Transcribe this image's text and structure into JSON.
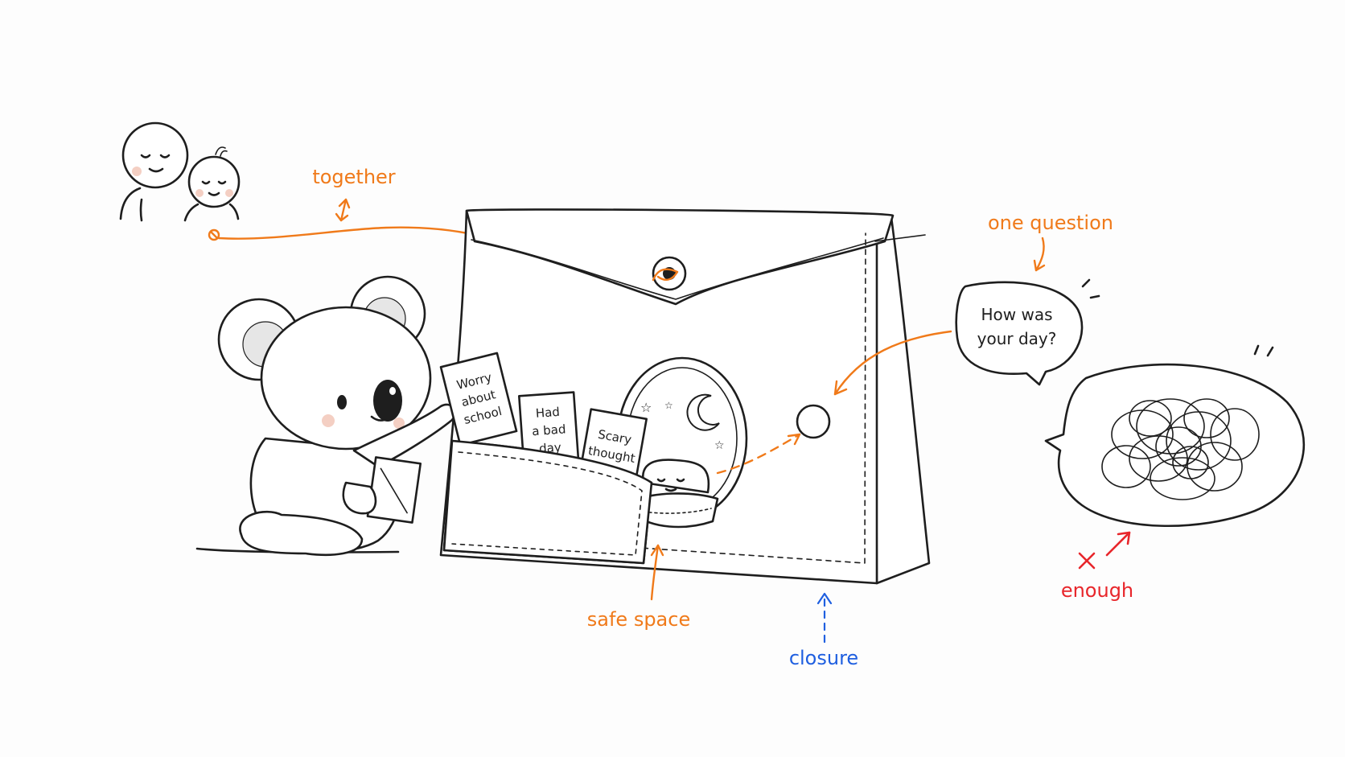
{
  "labels": {
    "together": "together",
    "one_question": "one question",
    "safe_space": "safe space",
    "closure": "closure",
    "enough": "enough"
  },
  "cards": {
    "card1": [
      "Worry",
      "about",
      "school"
    ],
    "card2": [
      "Had",
      "a bad",
      "day"
    ],
    "card3": [
      "Scary",
      "thought"
    ]
  },
  "speech_bubble": {
    "line1": "How was",
    "line2": "your day?"
  },
  "colors": {
    "orange": "#f07a1a",
    "blue": "#1f5fe0",
    "red": "#e8262b",
    "ink": "#1e1e1e"
  }
}
